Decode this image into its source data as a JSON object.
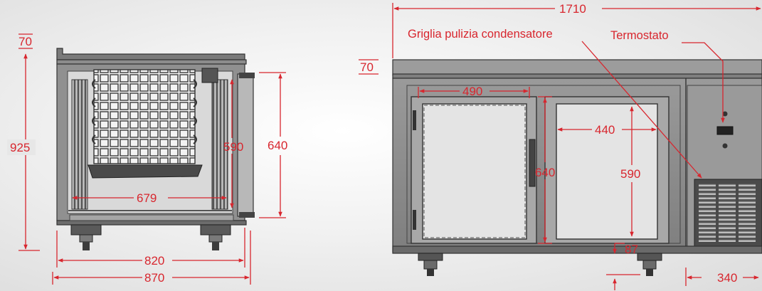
{
  "colors": {
    "dimension_red": "#d8262e",
    "outline": "#333333",
    "cabinet_grey": "#8c8c8c",
    "glass": "#e4e4e4",
    "background": "#ececec"
  },
  "icons": {
    "left_view": "refrigerated-counter-side-section",
    "right_view": "refrigerated-counter-front-view",
    "vent_grille": "condenser-grille-icon",
    "thermostat": "thermostat-display-icon",
    "feet": "adjustable-foot-icon"
  },
  "side_view": {
    "height_total": "925",
    "top_thickness": "70",
    "internal_width": "679",
    "door_internal_height": "590",
    "door_height": "640",
    "base_width": "820",
    "total_depth": "870"
  },
  "front_view": {
    "total_length": "1710",
    "top_thickness": "70",
    "door_width": "490",
    "door_height": "640",
    "shelf_width": "440",
    "shelf_height": "590",
    "foot_height": "87",
    "engine_width": "340",
    "label_condenser": "Griglia pulizia condensatore",
    "label_thermostat": "Termostato"
  }
}
